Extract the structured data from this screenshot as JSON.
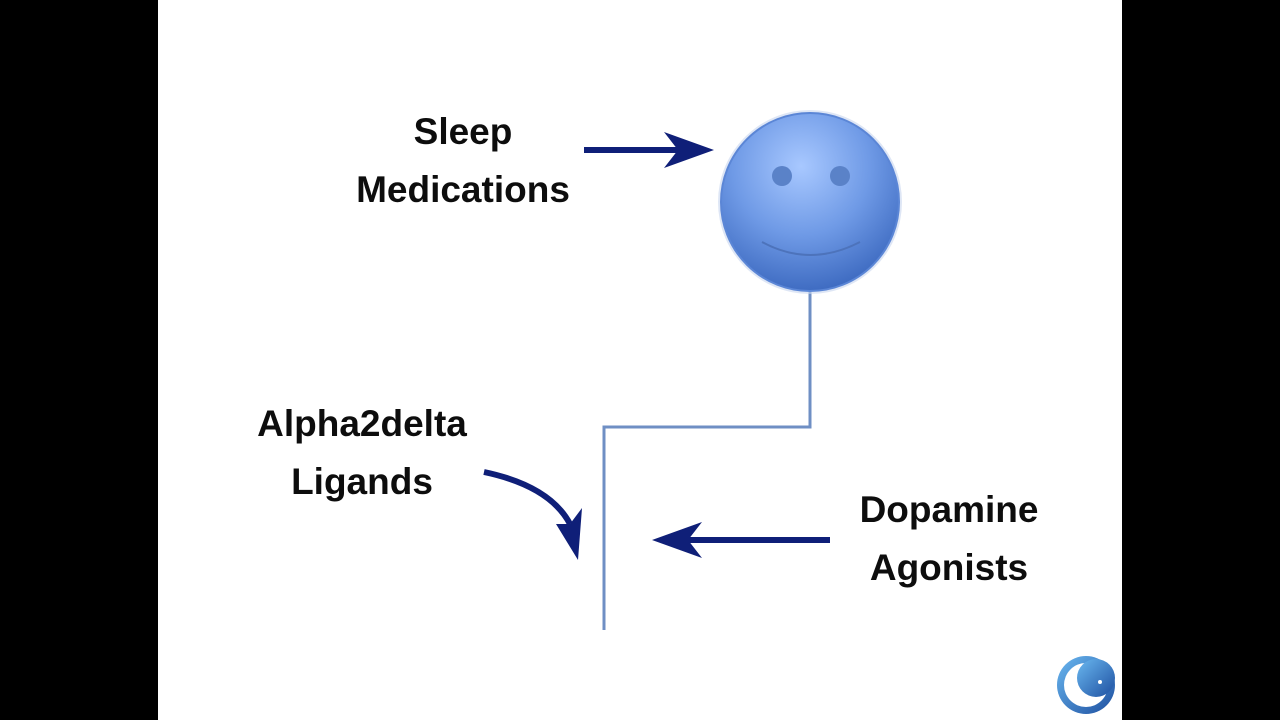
{
  "slide": {
    "background": "#ffffff",
    "frame_color": "#000000"
  },
  "labels": {
    "sleep_medications": {
      "line1": "Sleep",
      "line2": "Medications"
    },
    "alpha2delta_ligands": {
      "line1": "Alpha2delta",
      "line2": "Ligands"
    },
    "dopamine_agonists": {
      "line1": "Dopamine",
      "line2": "Agonists"
    }
  },
  "colors": {
    "arrow": "#0f1f78",
    "neuron_line": "#6f8fc4",
    "face_light": "#9ec0ff",
    "face_dark": "#4a78d0",
    "text": "#0d0d0d"
  },
  "icons": {
    "face": "smiley-face-icon",
    "logo": "crescent-moon-logo-icon"
  }
}
